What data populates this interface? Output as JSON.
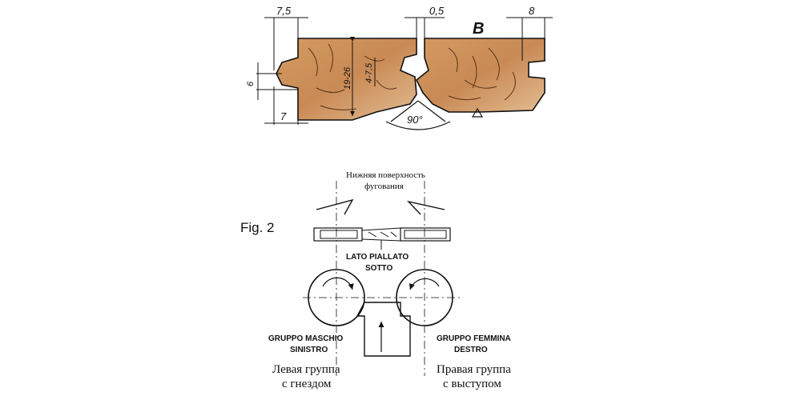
{
  "profile": {
    "dim_left_top": "7,5",
    "dim_mid_top": "0,5",
    "dim_right_top": "8",
    "dim_left_height": "6",
    "dim_left_bottom": "7",
    "dim_thickness": "19-26",
    "dim_groove": "4-7,5",
    "angle": "90°",
    "label_b": "B"
  },
  "scheme": {
    "fig_label": "Fig. 2",
    "top_label_line1": "Нижняя поверхность",
    "top_label_line2": "фугования",
    "lato_line1": "LATO PIALLATO",
    "lato_line2": "SOTTO",
    "left_group_line1": "GRUPPO MASCHIO",
    "left_group_line2": "SINISTRO",
    "right_group_line1": "GRUPPO FEMMINA",
    "right_group_line2": "DESTRO",
    "left_ru_line1": "Левая группа",
    "left_ru_line2": "с гнездом",
    "right_ru_line1": "Правая группа",
    "right_ru_line2": "с выступом"
  },
  "colors": {
    "wood": "#c98a55",
    "wood_light": "#e7c8a3",
    "line": "#111111"
  }
}
